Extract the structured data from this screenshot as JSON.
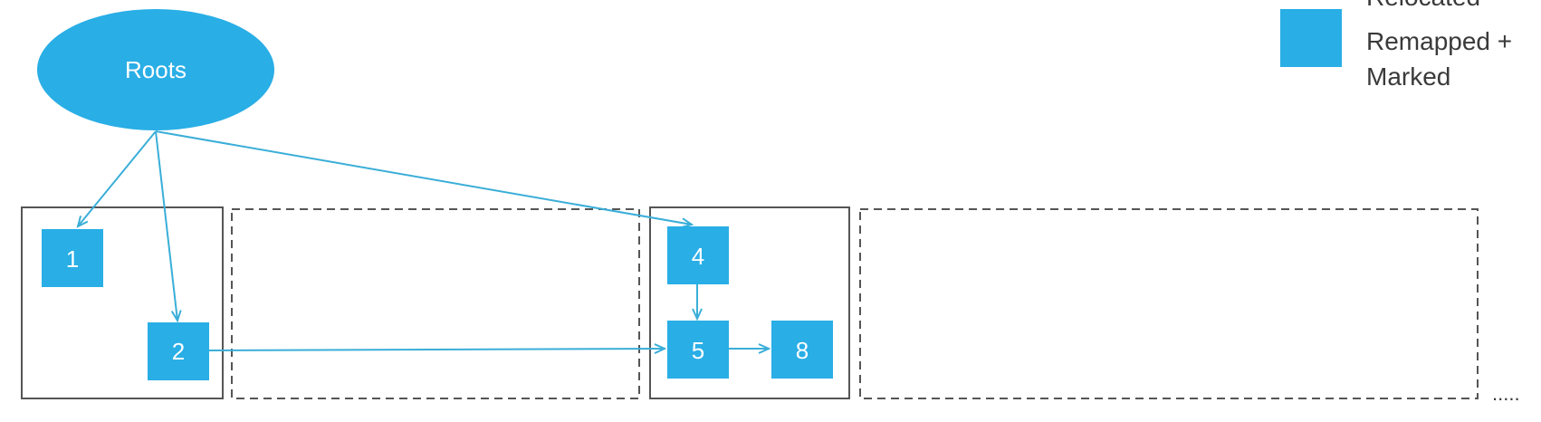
{
  "colors": {
    "node_fill": "#29aee6",
    "edge": "#3aaed8",
    "region_border": "#555555",
    "legend_text": "#3a3a3a"
  },
  "roots": {
    "label": "Roots"
  },
  "nodes": [
    {
      "id": "1",
      "label": "1"
    },
    {
      "id": "2",
      "label": "2"
    },
    {
      "id": "4",
      "label": "4"
    },
    {
      "id": "5",
      "label": "5"
    },
    {
      "id": "8",
      "label": "8"
    }
  ],
  "edges": [
    {
      "from": "Roots",
      "to": "1"
    },
    {
      "from": "Roots",
      "to": "2"
    },
    {
      "from": "Roots",
      "to": "4"
    },
    {
      "from": "4",
      "to": "5"
    },
    {
      "from": "2",
      "to": "5"
    },
    {
      "from": "5",
      "to": "8"
    }
  ],
  "regions": [
    {
      "id": "region-a",
      "style": "solid"
    },
    {
      "id": "region-b",
      "style": "dashed"
    },
    {
      "id": "region-c",
      "style": "solid"
    },
    {
      "id": "region-d",
      "style": "dashed"
    }
  ],
  "legend": {
    "top_partial": "Relocated",
    "line1": "Remapped +",
    "line2": "Marked"
  },
  "continuation": "....."
}
